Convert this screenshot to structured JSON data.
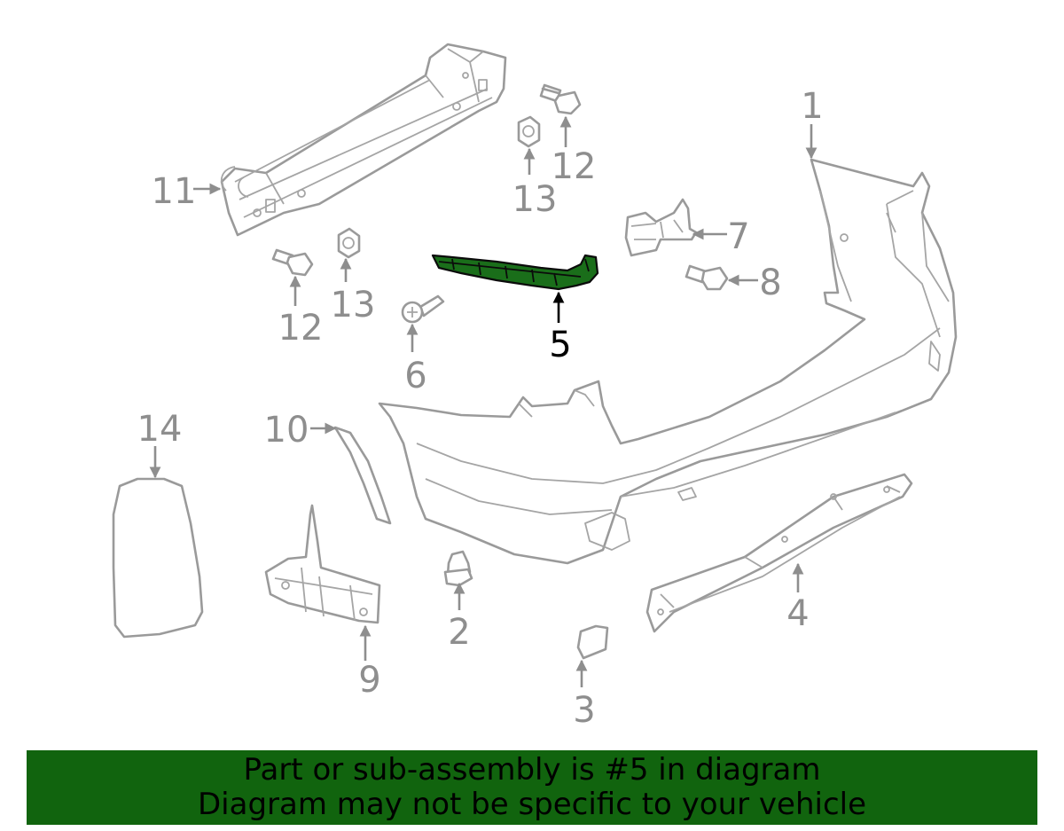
{
  "diagram": {
    "highlight_color": "#1a6e1a",
    "part_color": "#9a9a9a",
    "highlighted_callout": "5",
    "callouts": {
      "c1": "1",
      "c2": "2",
      "c3": "3",
      "c4": "4",
      "c5": "5",
      "c6": "6",
      "c7": "7",
      "c8": "8",
      "c9": "9",
      "c10": "10",
      "c11": "11",
      "c12a": "12",
      "c12b": "12",
      "c13a": "13",
      "c13b": "13",
      "c14": "14"
    }
  },
  "banner": {
    "background": "#11640e",
    "line1": "Part or sub-assembly is #5 in diagram",
    "line2": "Diagram may not be specific to your vehicle"
  }
}
